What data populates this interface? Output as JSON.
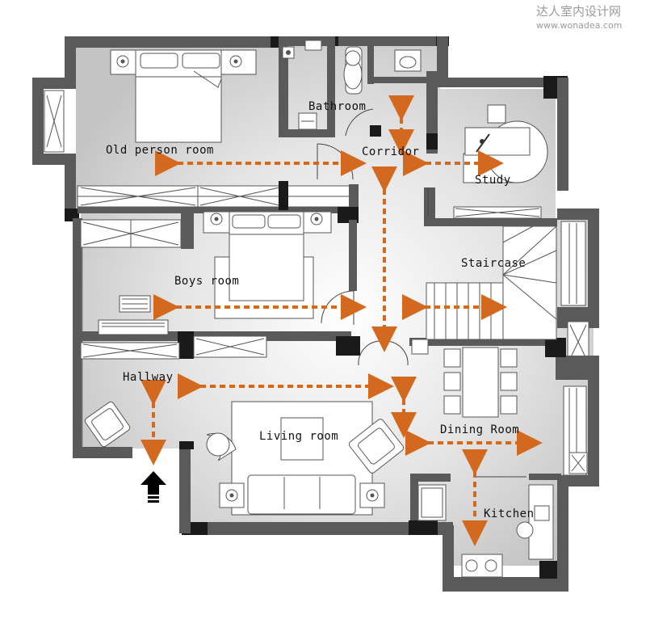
{
  "watermark": {
    "chinese_text": "达人室内设计网",
    "url": "www.wonadea.com"
  },
  "rooms": {
    "old_person_room": "Old person room",
    "bathroom": "Bathroom",
    "corridor": "Corridor",
    "study": "Study",
    "boys_room": "Boys room",
    "staircase": "Staircase",
    "hallway": "Hallway",
    "living_room": "Living room",
    "dining_room": "Dining Room",
    "kitchen": "Kitchen"
  },
  "colors": {
    "arrow": "#d2691e",
    "floor": "#d6d6d6",
    "wall": "#5a5a5a",
    "entrance_arrow": "#000000"
  },
  "icons": {
    "entrance": "entrance-arrow-icon"
  }
}
